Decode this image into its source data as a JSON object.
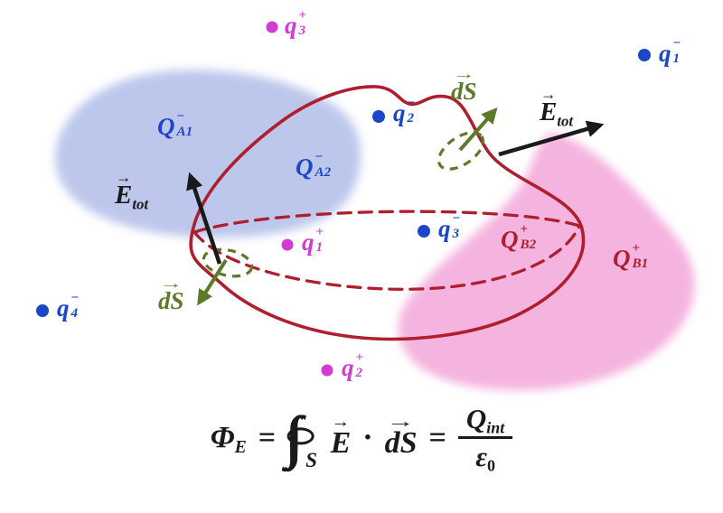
{
  "figure": {
    "type": "physics-diagram",
    "topic": "Gauss's law: electric flux through a closed Gaussian surface"
  },
  "colors": {
    "blue_region": "#bac5eb",
    "pink_region": "#f4b0de",
    "gauss_curve": "#ae1e2c",
    "blue_charge": "#1b46c8",
    "magenta_charge": "#d43bd4",
    "red_label": "#ae1e2c",
    "ds_green": "#5d7a28",
    "equation_black": "#1a1a1a"
  },
  "region_labels": {
    "QA1": {
      "base": "Q",
      "sup": "−",
      "sub": "A1"
    },
    "QA2": {
      "base": "Q",
      "sup": "−",
      "sub": "A2"
    },
    "QB1": {
      "base": "Q",
      "sup": "+",
      "sub": "B1"
    },
    "QB2": {
      "base": "Q",
      "sup": "+",
      "sub": "B2"
    }
  },
  "charges": {
    "q3_plus": {
      "base": "q",
      "sup": "+",
      "sub": "3"
    },
    "q1_minus": {
      "base": "q",
      "sup": "−",
      "sub": "1"
    },
    "q2_minus": {
      "base": "q",
      "sup": "−",
      "sub": "2"
    },
    "q3_minus": {
      "base": "q",
      "sup": "−",
      "sub": "3"
    },
    "q1_plus": {
      "base": "q",
      "sup": "+",
      "sub": "1"
    },
    "q4_minus": {
      "base": "q",
      "sup": "−",
      "sub": "4"
    },
    "q2_plus": {
      "base": "q",
      "sup": "+",
      "sub": "2"
    }
  },
  "vector_labels": {
    "etot": {
      "arrow": "→",
      "base": "E",
      "sub": "tot"
    },
    "ds": {
      "arrow": "→",
      "base": "dS"
    }
  },
  "equation": {
    "phi": "Φ",
    "phi_sub": "E",
    "equals1": "=",
    "integral": "∫∫",
    "integral_sub": "S",
    "e_arrow": "→",
    "e_base": "E",
    "cdot": "·",
    "ds_arrow": "→",
    "ds_base": "dS",
    "equals2": "=",
    "numerator_base": "Q",
    "numerator_sub": "int",
    "denominator_base": "ε",
    "denominator_sub": "0"
  }
}
